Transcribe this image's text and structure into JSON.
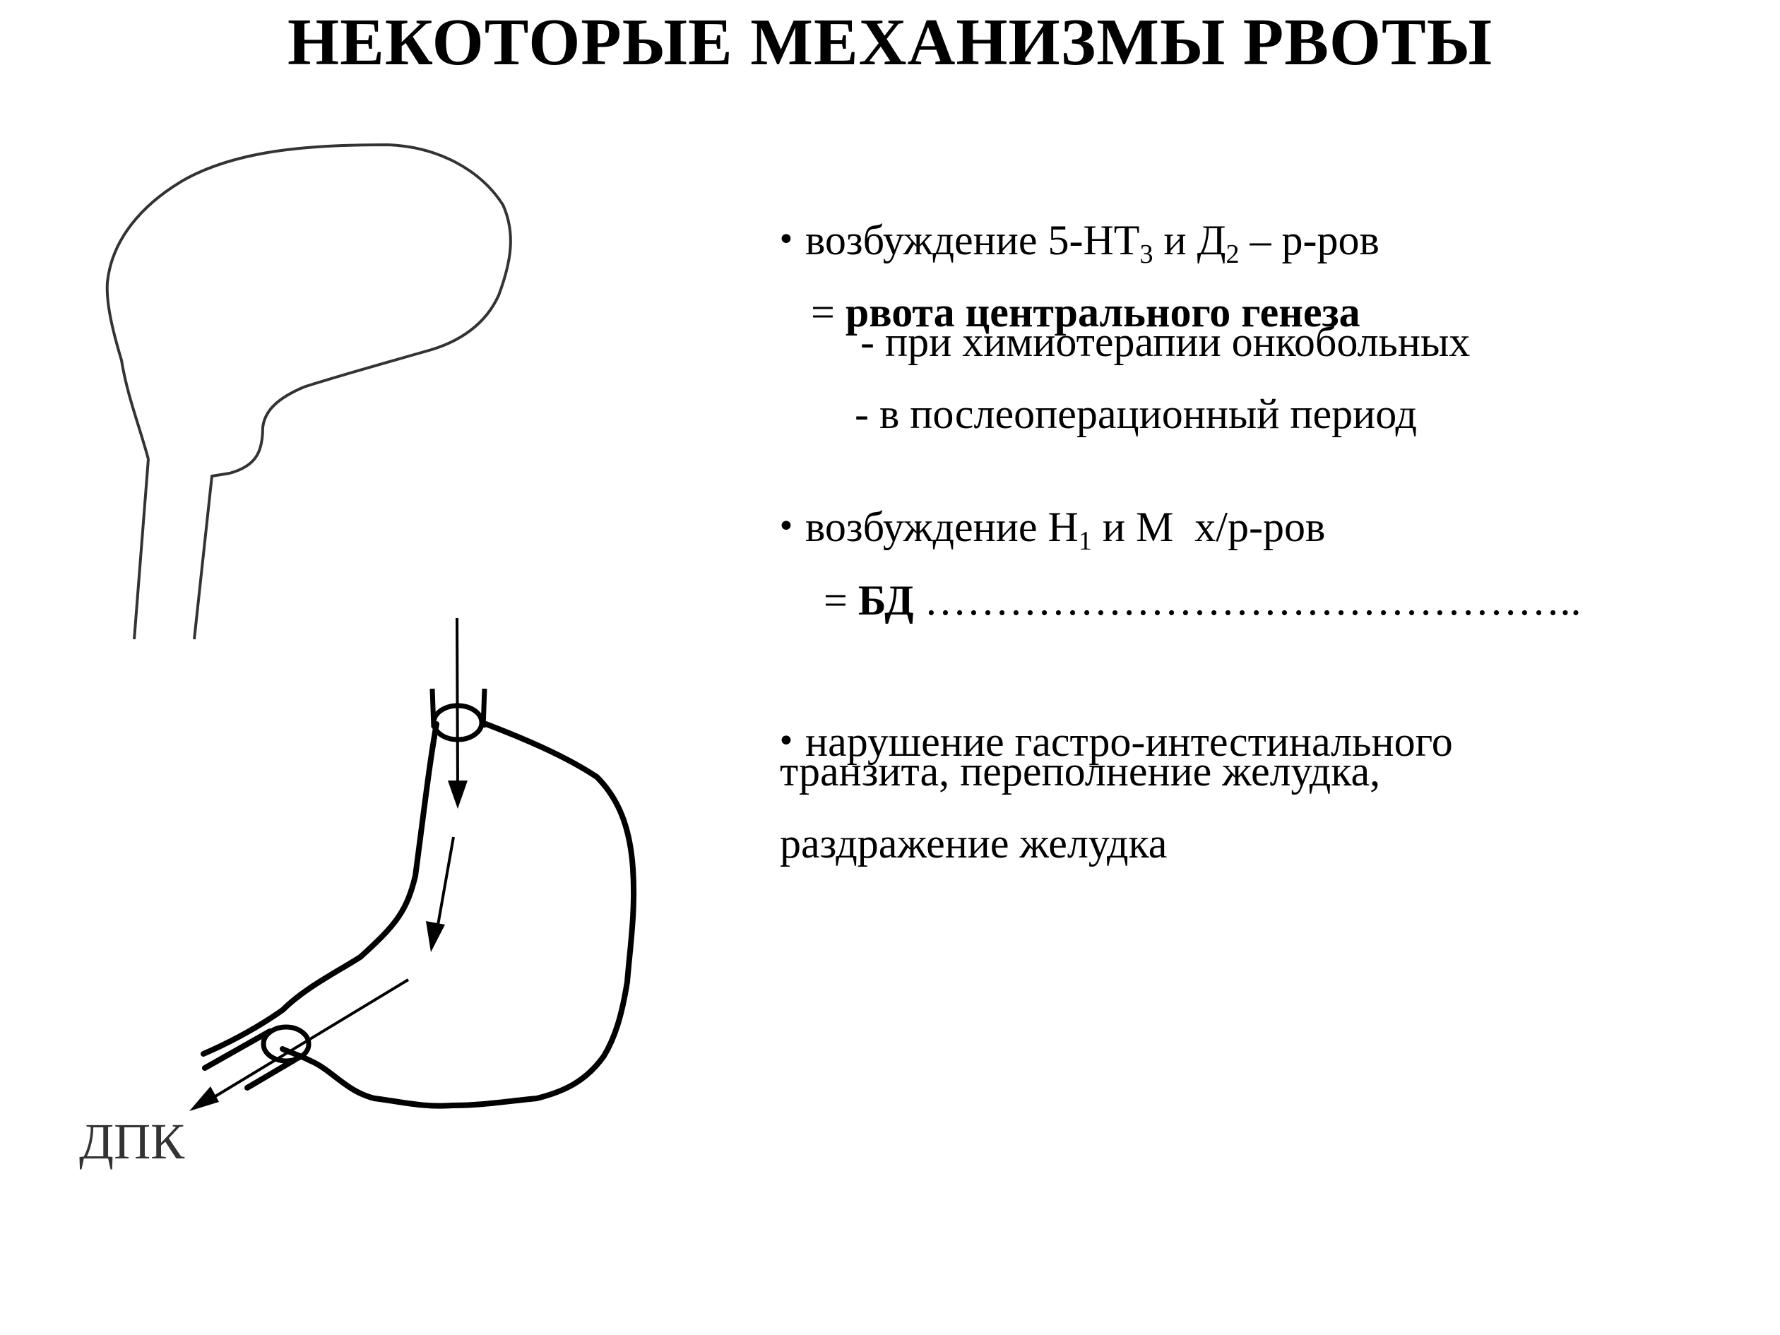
{
  "title": "НЕКОТОРЫЕ МЕХАНИЗМЫ РВОТЫ",
  "diagram": {
    "label": "ДПК"
  },
  "bullets": [
    {
      "pre": "возбуждение 5-HT",
      "sub1": "3",
      "mid": " и Д",
      "sub2": "2",
      "post": " – р-ров",
      "eq_prefix": "= ",
      "eq_text": "рвота центрального генеза",
      "subitems": [
        "- при химиотерапии онкобольных",
        "- в послеоперационный период"
      ]
    },
    {
      "pre": "возбуждение H",
      "sub1": "1",
      "post": " и М  х/р-ров",
      "eq_prefix": "= ",
      "eq_text": "БД",
      "eq_suffix": " ……………………………………….."
    },
    {
      "lines": [
        "нарушение гастро-интестинального",
        "транзита, переполнение желудка,",
        "раздражение желудка"
      ]
    }
  ],
  "bullet_symbol": "•"
}
